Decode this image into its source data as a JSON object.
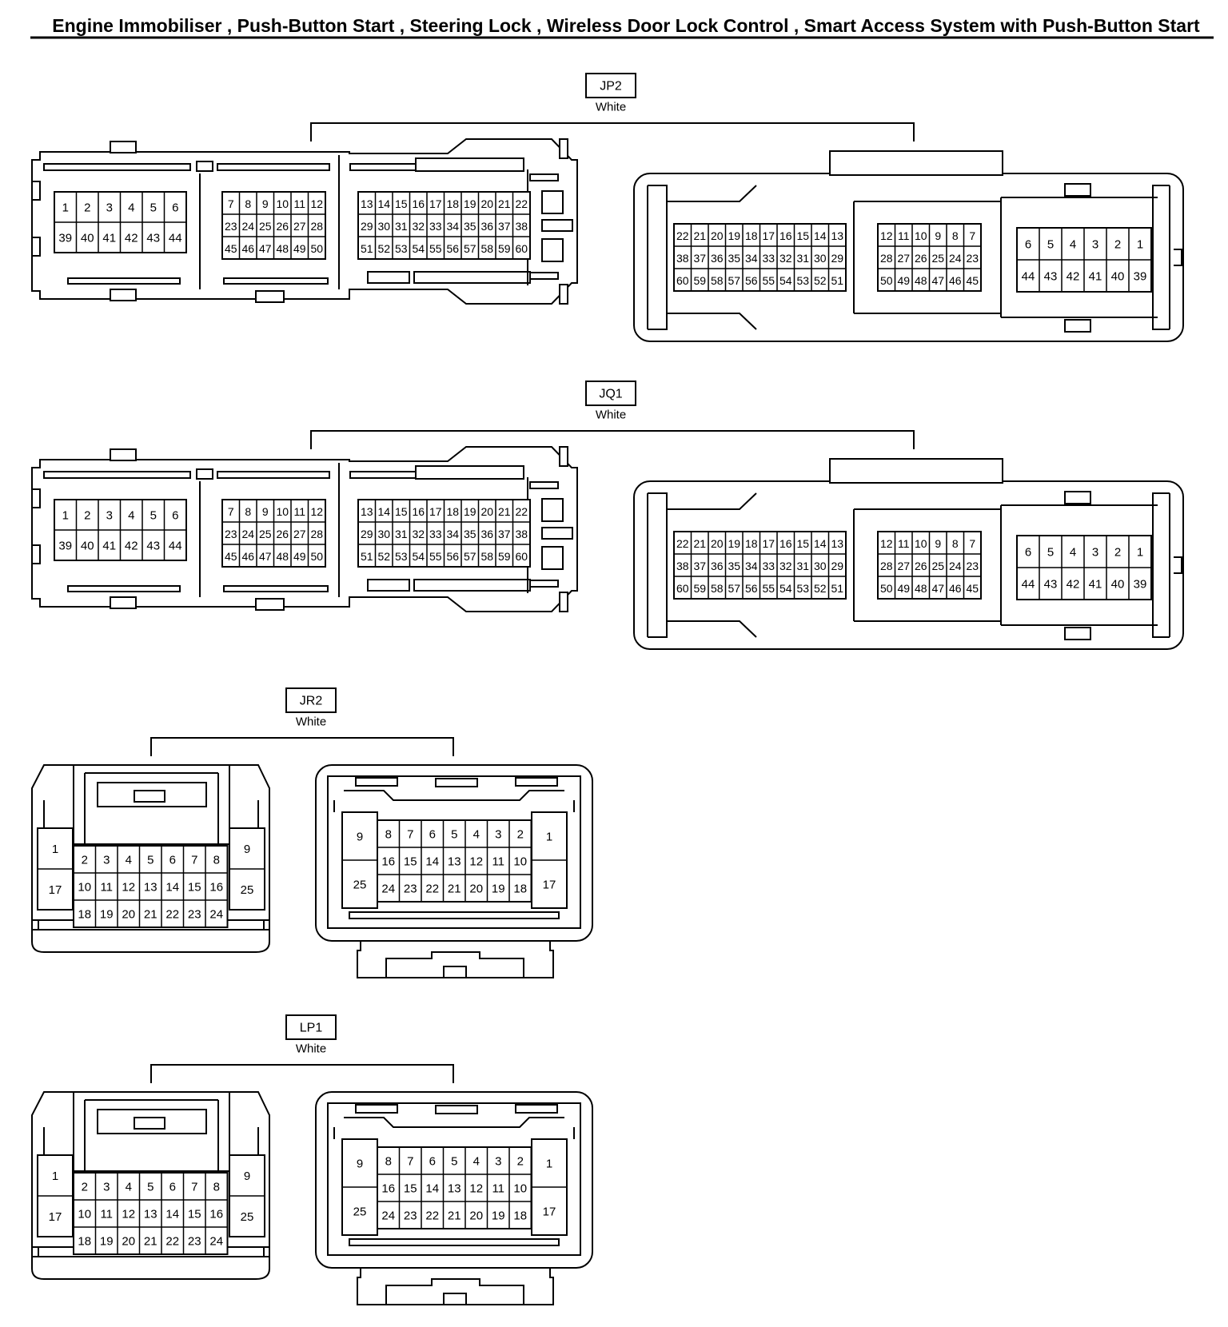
{
  "title": "Engine Immobiliser , Push-Button Start , Steering Lock , Wireless Door Lock Control , Smart Access System with Push-Button Start",
  "connectors": [
    {
      "id": "JP2",
      "color": "White",
      "style": "wide",
      "male": {
        "blocks": [
          [
            [
              "1",
              "2",
              "3",
              "4",
              "5",
              "6"
            ],
            [
              "39",
              "40",
              "41",
              "42",
              "43",
              "44"
            ]
          ],
          [
            [
              "7",
              "8",
              "9",
              "10",
              "11",
              "12"
            ],
            [
              "23",
              "24",
              "25",
              "26",
              "27",
              "28"
            ],
            [
              "45",
              "46",
              "47",
              "48",
              "49",
              "50"
            ]
          ],
          [
            [
              "13",
              "14",
              "15",
              "16",
              "17",
              "18",
              "19",
              "20",
              "21",
              "22"
            ],
            [
              "29",
              "30",
              "31",
              "32",
              "33",
              "34",
              "35",
              "36",
              "37",
              "38"
            ],
            [
              "51",
              "52",
              "53",
              "54",
              "55",
              "56",
              "57",
              "58",
              "59",
              "60"
            ]
          ]
        ]
      },
      "female": {
        "blocks": [
          [
            [
              "22",
              "21",
              "20",
              "19",
              "18",
              "17",
              "16",
              "15",
              "14",
              "13"
            ],
            [
              "38",
              "37",
              "36",
              "35",
              "34",
              "33",
              "32",
              "31",
              "30",
              "29"
            ],
            [
              "60",
              "59",
              "58",
              "57",
              "56",
              "55",
              "54",
              "53",
              "52",
              "51"
            ]
          ],
          [
            [
              "12",
              "11",
              "10",
              "9",
              "8",
              "7"
            ],
            [
              "28",
              "27",
              "26",
              "25",
              "24",
              "23"
            ],
            [
              "50",
              "49",
              "48",
              "47",
              "46",
              "45"
            ]
          ],
          [
            [
              "6",
              "5",
              "4",
              "3",
              "2",
              "1"
            ],
            [
              "44",
              "43",
              "42",
              "41",
              "40",
              "39"
            ]
          ]
        ]
      }
    },
    {
      "id": "JQ1",
      "color": "White",
      "style": "wide",
      "male": {
        "blocks": [
          [
            [
              "1",
              "2",
              "3",
              "4",
              "5",
              "6"
            ],
            [
              "39",
              "40",
              "41",
              "42",
              "43",
              "44"
            ]
          ],
          [
            [
              "7",
              "8",
              "9",
              "10",
              "11",
              "12"
            ],
            [
              "23",
              "24",
              "25",
              "26",
              "27",
              "28"
            ],
            [
              "45",
              "46",
              "47",
              "48",
              "49",
              "50"
            ]
          ],
          [
            [
              "13",
              "14",
              "15",
              "16",
              "17",
              "18",
              "19",
              "20",
              "21",
              "22"
            ],
            [
              "29",
              "30",
              "31",
              "32",
              "33",
              "34",
              "35",
              "36",
              "37",
              "38"
            ],
            [
              "51",
              "52",
              "53",
              "54",
              "55",
              "56",
              "57",
              "58",
              "59",
              "60"
            ]
          ]
        ]
      },
      "female": {
        "blocks": [
          [
            [
              "22",
              "21",
              "20",
              "19",
              "18",
              "17",
              "16",
              "15",
              "14",
              "13"
            ],
            [
              "38",
              "37",
              "36",
              "35",
              "34",
              "33",
              "32",
              "31",
              "30",
              "29"
            ],
            [
              "60",
              "59",
              "58",
              "57",
              "56",
              "55",
              "54",
              "53",
              "52",
              "51"
            ]
          ],
          [
            [
              "12",
              "11",
              "10",
              "9",
              "8",
              "7"
            ],
            [
              "28",
              "27",
              "26",
              "25",
              "24",
              "23"
            ],
            [
              "50",
              "49",
              "48",
              "47",
              "46",
              "45"
            ]
          ],
          [
            [
              "6",
              "5",
              "4",
              "3",
              "2",
              "1"
            ],
            [
              "44",
              "43",
              "42",
              "41",
              "40",
              "39"
            ]
          ]
        ]
      }
    },
    {
      "id": "JR2",
      "color": "White",
      "style": "small",
      "male": {
        "sideLeft": [
          "1",
          "17"
        ],
        "grid": [
          [
            "2",
            "3",
            "4",
            "5",
            "6",
            "7",
            "8"
          ],
          [
            "10",
            "11",
            "12",
            "13",
            "14",
            "15",
            "16"
          ],
          [
            "18",
            "19",
            "20",
            "21",
            "22",
            "23",
            "24"
          ]
        ],
        "sideRight": [
          "9",
          "25"
        ]
      },
      "female": {
        "sideLeft": [
          "9",
          "25"
        ],
        "grid": [
          [
            "8",
            "7",
            "6",
            "5",
            "4",
            "3",
            "2"
          ],
          [
            "16",
            "15",
            "14",
            "13",
            "12",
            "11",
            "10"
          ],
          [
            "24",
            "23",
            "22",
            "21",
            "20",
            "19",
            "18"
          ]
        ],
        "sideRight": [
          "1",
          "17"
        ]
      }
    },
    {
      "id": "LP1",
      "color": "White",
      "style": "small",
      "male": {
        "sideLeft": [
          "1",
          "17"
        ],
        "grid": [
          [
            "2",
            "3",
            "4",
            "5",
            "6",
            "7",
            "8"
          ],
          [
            "10",
            "11",
            "12",
            "13",
            "14",
            "15",
            "16"
          ],
          [
            "18",
            "19",
            "20",
            "21",
            "22",
            "23",
            "24"
          ]
        ],
        "sideRight": [
          "9",
          "25"
        ]
      },
      "female": {
        "sideLeft": [
          "9",
          "25"
        ],
        "grid": [
          [
            "8",
            "7",
            "6",
            "5",
            "4",
            "3",
            "2"
          ],
          [
            "16",
            "15",
            "14",
            "13",
            "12",
            "11",
            "10"
          ],
          [
            "24",
            "23",
            "22",
            "21",
            "20",
            "19",
            "18"
          ]
        ],
        "sideRight": [
          "1",
          "17"
        ]
      }
    }
  ]
}
